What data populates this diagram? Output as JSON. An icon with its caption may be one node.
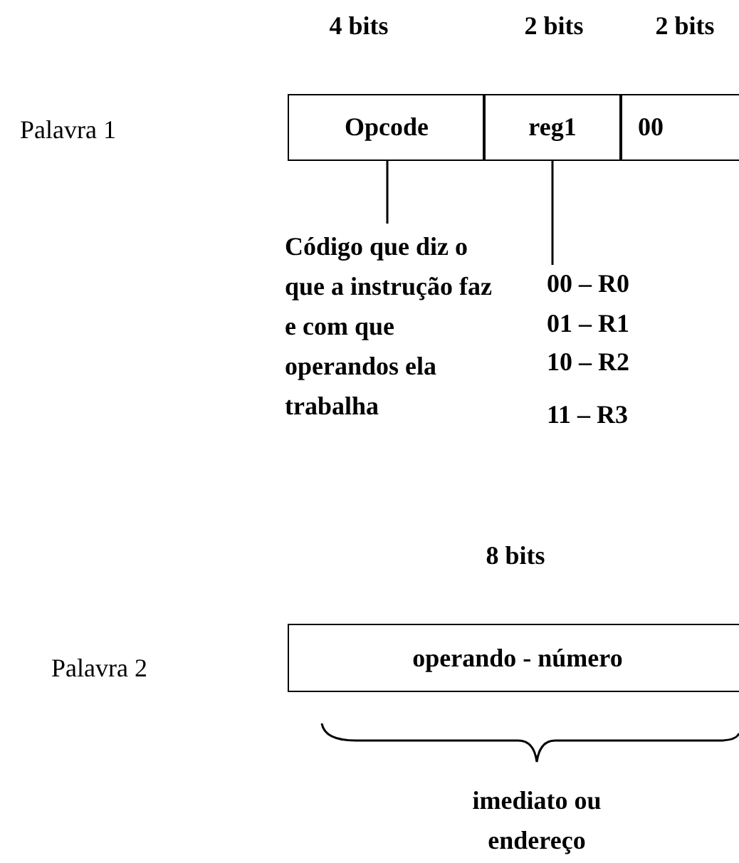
{
  "diagram": {
    "nodes": [
      {
        "text": [
          "Opcode"
        ]
      },
      {
        "text": [
          "reg1"
        ]
      },
      {
        "text": [
          "00"
        ]
      },
      {
        "text": [
          "operando - número"
        ]
      },
      {
        "text": [
          "Código que diz o que a instrução faz e com que operandos ela trabalha"
        ]
      },
      {
        "text": [
          "00 – R0",
          "01 – R1",
          "10 – R2",
          "11 – R3"
        ]
      }
    ],
    "edges": [
      {
        "from": 0,
        "to": 4,
        "arrow": "none"
      },
      {
        "from": 1,
        "to": 5,
        "arrow": "none"
      }
    ],
    "labels": [
      "4 bits",
      "2 bits",
      "2 bits",
      "Palavra 1",
      "8 bits",
      "Palavra 2",
      "imediato ou endereço"
    ]
  }
}
